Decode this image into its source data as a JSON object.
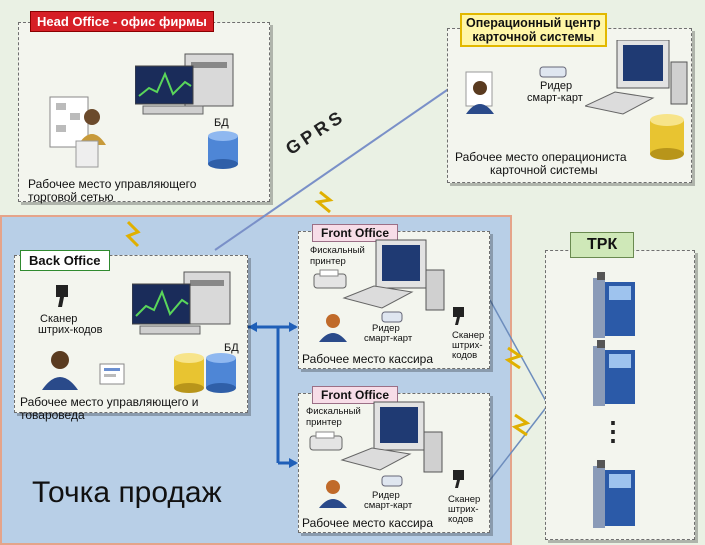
{
  "head_office": {
    "title": "Head Office - офис фирмы",
    "db_label": "БД",
    "workstation_caption_1": "Рабочее место управляющего",
    "workstation_caption_2": "торговой сетью"
  },
  "op_center": {
    "title_1": "Операционный центр",
    "title_2": "карточной системы",
    "reader_1": "Ридер",
    "reader_2": "смарт-карт",
    "caption_1": "Рабочее место операциониста",
    "caption_2": "карточной системы"
  },
  "gprs_label": "GPRS",
  "back_office": {
    "title": "Back Office",
    "scanner_1": "Сканер",
    "scanner_2": "штрих-кодов",
    "db_label": "БД",
    "caption_1": "Рабочее место управляющего и",
    "caption_2": "товароведа"
  },
  "front_offices": [
    {
      "title": "Front Office",
      "printer_1": "Фискальный",
      "printer_2": "принтер",
      "reader_1": "Ридер",
      "reader_2": "смарт-карт",
      "scanner_1": "Сканер",
      "scanner_2": "штрих-",
      "scanner_3": "кодов",
      "caption": "Рабочее место кассира"
    },
    {
      "title": "Front Office",
      "printer_1": "Фискальный",
      "printer_2": "принтер",
      "reader_1": "Ридер",
      "reader_2": "смарт-карт",
      "scanner_1": "Сканер",
      "scanner_2": "штрих-",
      "scanner_3": "кодов",
      "caption": "Рабочее место кассира"
    }
  ],
  "trk": {
    "title": "ТРК",
    "dots": "⋮"
  },
  "pos_label": "Точка продаж",
  "colors": {
    "head_title": "#d61f26",
    "pos_area": "#b7cde6",
    "pos_border": "#e2a38a",
    "link_blue": "#1f5fb8"
  }
}
